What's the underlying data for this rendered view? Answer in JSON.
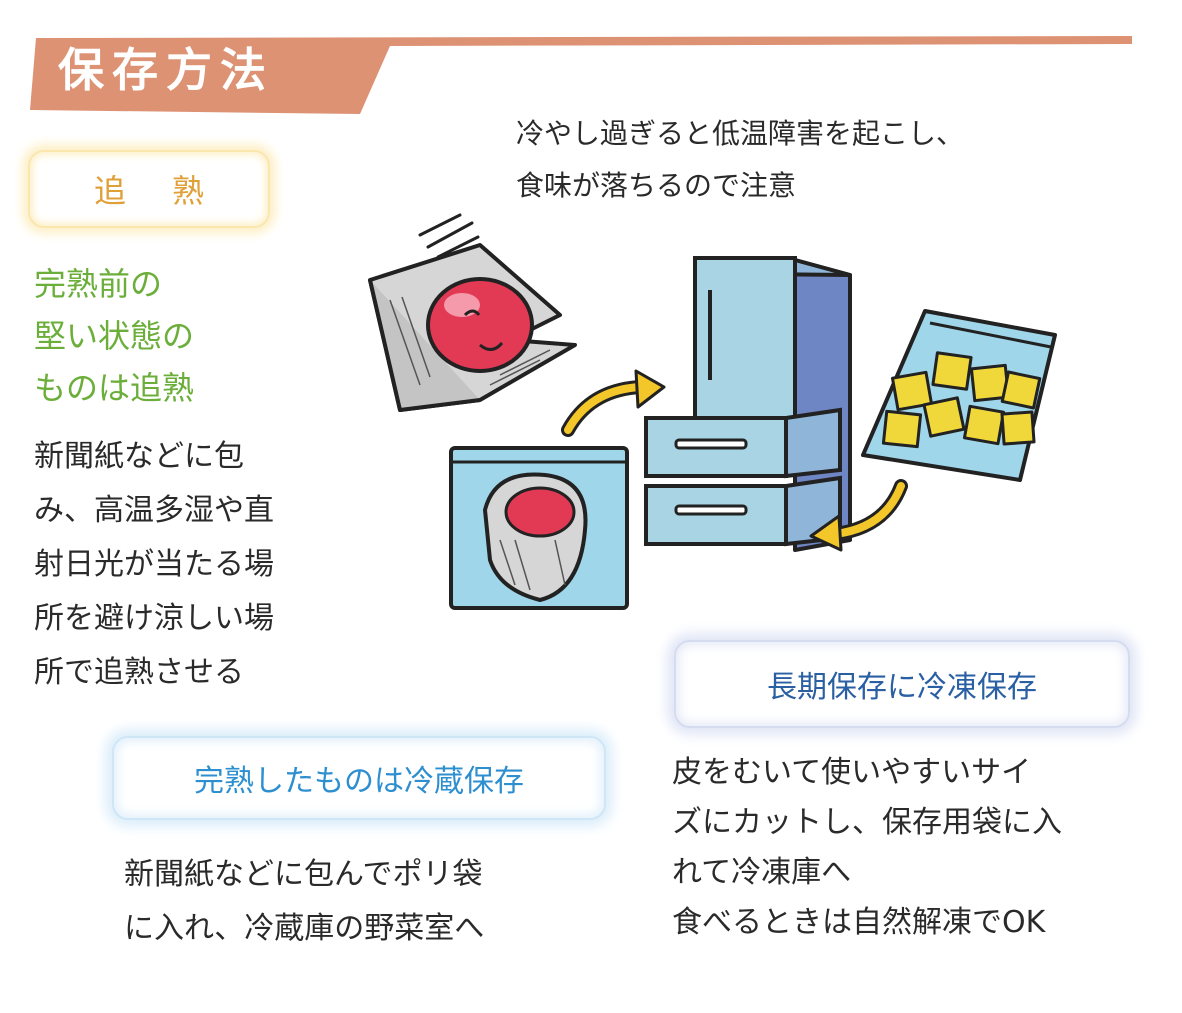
{
  "header": {
    "title": "保存方法",
    "colors": {
      "banner": "#dd9274",
      "title": "#ffffff"
    }
  },
  "caution": {
    "lines": [
      "冷やし過ぎると低温障害を起こし、",
      "食味が落ちるので注意"
    ]
  },
  "ripening": {
    "label": "追熟",
    "label_color": "#e0a038",
    "highlight_lines": [
      "完熟前の",
      "堅い状態の",
      "ものは追熟"
    ],
    "highlight_color": "#6bae3a",
    "body_lines": [
      "新聞紙などに包",
      "み、高温多湿や直",
      "射日光が当たる場",
      "所を避け涼しい場",
      "所で追熟させる"
    ]
  },
  "refrigerate": {
    "label": "完熟したものは冷蔵保存",
    "label_color": "#2d8fd0",
    "body_lines": [
      "新聞紙などに包んでポリ袋",
      "に入れ、冷蔵庫の野菜室へ"
    ]
  },
  "freeze": {
    "label": "長期保存に冷凍保存",
    "label_color": "#2a5fa3",
    "body_lines": [
      "皮をむいて使いやすいサイ",
      "ズにカットし、保存用袋に入",
      "れて冷凍庫へ",
      "食べるときは自然解凍でOK"
    ]
  },
  "illustration": {
    "icons": [
      "wrapped-mango-icon",
      "bagged-mango-icon",
      "refrigerator-icon",
      "frozen-mango-bag-icon",
      "arrow-icon"
    ],
    "colors": {
      "fridge": "#a8d4e4",
      "fridge_side": "#6f86c4",
      "bag": "#9fd6ea",
      "mango": "#e23a55",
      "cubes": "#f0d83a",
      "arrow": "#f3c62a",
      "paper": "#d9d9d9"
    }
  }
}
